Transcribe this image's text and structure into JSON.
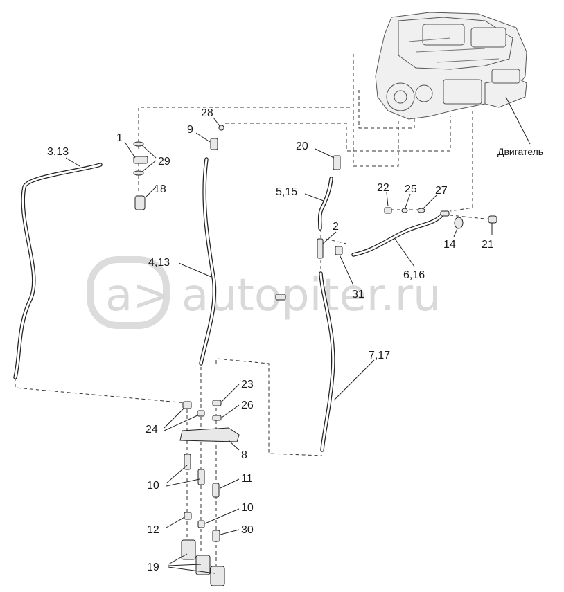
{
  "watermark": "autopiter.ru",
  "engine_label": "Двигатель",
  "callouts": [
    "3,13",
    "1",
    "29",
    "18",
    "28",
    "9",
    "4,13",
    "20",
    "5,15",
    "22",
    "25",
    "27",
    "2",
    "14",
    "21",
    "6,16",
    "31",
    "7,17",
    "23",
    "26",
    "24",
    "8",
    "10",
    "11",
    "12",
    "10",
    "30",
    "19"
  ]
}
